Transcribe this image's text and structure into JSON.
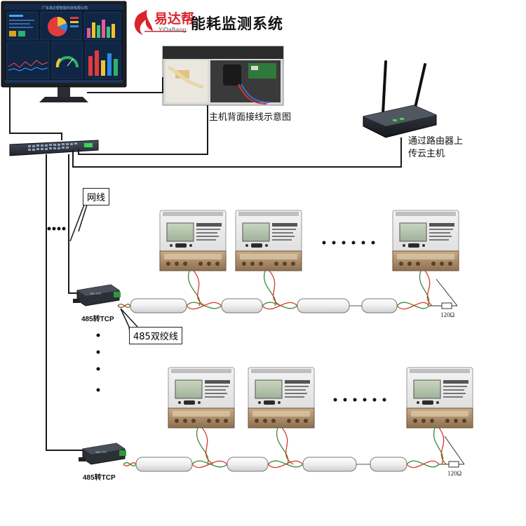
{
  "header": {
    "logo_cn": "易达帮",
    "logo_en": "YiDaBang",
    "title": "能耗监测系统"
  },
  "labels": {
    "host_wiring": "主机背面接线示意图",
    "router_line1": "通过路由器上",
    "router_line2": "传云主机",
    "network_cable": "网线",
    "twisted_pair": "485双绞线",
    "converter_top": "485转TCP",
    "converter_bottom": "485转TCP",
    "resistor_top": "120Ω",
    "resistor_bottom": "120Ω",
    "screen_title": "广东易达帮智能科技有限公司"
  },
  "colors": {
    "brand_red": "#d8242a",
    "monitor_bg": "#0c1a2e",
    "wire_red": "#d23a2a",
    "wire_green": "#3a8a3a",
    "meter_body": "#e9e9e9",
    "meter_base": "#b89a78"
  }
}
